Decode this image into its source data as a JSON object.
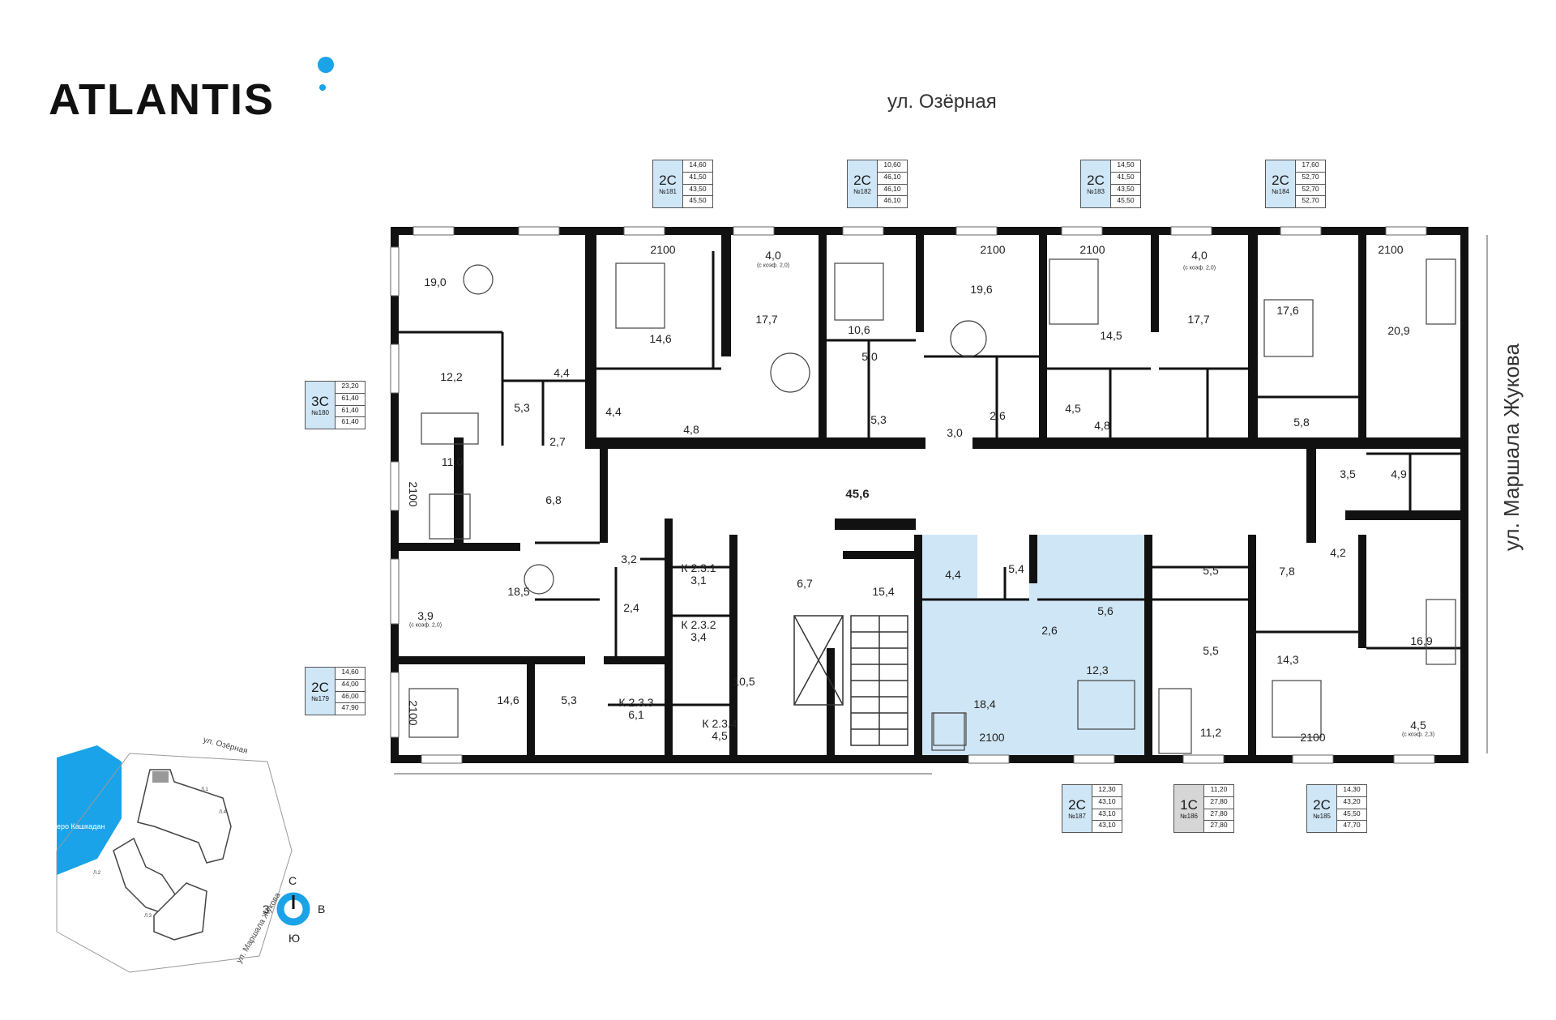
{
  "brand": {
    "name": "ATLANTIS",
    "accent": "#1aa3e8"
  },
  "streets": {
    "top": "ул. Озёрная",
    "right": "ул. Маршала Жукова"
  },
  "colors": {
    "wall": "#111111",
    "highlight": "#cfe6f6",
    "badge_blue": "#cfe6f6",
    "badge_gray": "#d6d6d6"
  },
  "corridor": "45,6",
  "rooms": [
    {
      "id": "r1",
      "label": "19,0"
    },
    {
      "id": "r2",
      "label": "12,2"
    },
    {
      "id": "r3",
      "label": "5,3"
    },
    {
      "id": "r4",
      "label": "4,4"
    },
    {
      "id": "r5",
      "label": "2,7"
    },
    {
      "id": "r6",
      "label": "11,0"
    },
    {
      "id": "r7",
      "label": "6,8"
    },
    {
      "id": "r8",
      "label": "2100"
    },
    {
      "id": "r9",
      "label": "14,6"
    },
    {
      "id": "r10",
      "label": "2100"
    },
    {
      "id": "r11",
      "label": "4,0"
    },
    {
      "id": "r12",
      "label": "17,7"
    },
    {
      "id": "r13",
      "label": "4,4"
    },
    {
      "id": "r14",
      "label": "4,8"
    },
    {
      "id": "r15",
      "label": "10,6"
    },
    {
      "id": "r16",
      "label": "5,0"
    },
    {
      "id": "r17",
      "label": "5,3"
    },
    {
      "id": "r18",
      "label": "2100"
    },
    {
      "id": "r19",
      "label": "19,6"
    },
    {
      "id": "r20",
      "label": "3,0"
    },
    {
      "id": "r21",
      "label": "2,6"
    },
    {
      "id": "r22",
      "label": "2100"
    },
    {
      "id": "r23",
      "label": "14,5"
    },
    {
      "id": "r24",
      "label": "4,0"
    },
    {
      "id": "r25",
      "label": "17,7"
    },
    {
      "id": "r26",
      "label": "4,5"
    },
    {
      "id": "r27",
      "label": "4,8"
    },
    {
      "id": "r28",
      "label": "17,6"
    },
    {
      "id": "r29",
      "label": "2100"
    },
    {
      "id": "r30",
      "label": "20,9"
    },
    {
      "id": "r31",
      "label": "5,8"
    },
    {
      "id": "r32",
      "label": "3,5"
    },
    {
      "id": "r33",
      "label": "4,9"
    },
    {
      "id": "r34",
      "label": "3,2"
    },
    {
      "id": "r35",
      "label": "18,5"
    },
    {
      "id": "r36",
      "label": "2,4"
    },
    {
      "id": "r37",
      "label": "3,9"
    },
    {
      "id": "r38",
      "label": "14,6"
    },
    {
      "id": "r39",
      "label": "5,3"
    },
    {
      "id": "r40",
      "label": "2100"
    },
    {
      "id": "r41",
      "label": "К 2.3.1"
    },
    {
      "id": "r42",
      "label": "3,1"
    },
    {
      "id": "r43",
      "label": "К 2.3.2"
    },
    {
      "id": "r44",
      "label": "3,4"
    },
    {
      "id": "r45",
      "label": "К 2.3.3"
    },
    {
      "id": "r46",
      "label": "6,1"
    },
    {
      "id": "r47",
      "label": "К 2.3.4"
    },
    {
      "id": "r48",
      "label": "4,5"
    },
    {
      "id": "r49",
      "label": "10,5"
    },
    {
      "id": "r50",
      "label": "6,7"
    },
    {
      "id": "r51",
      "label": "15,4"
    },
    {
      "id": "r52",
      "label": "4,4"
    },
    {
      "id": "r53",
      "label": "5,4"
    },
    {
      "id": "r54",
      "label": "2,6"
    },
    {
      "id": "r55",
      "label": "18,4"
    },
    {
      "id": "r56",
      "label": "2100"
    },
    {
      "id": "r57",
      "label": "12,3"
    },
    {
      "id": "r58",
      "label": "5,6"
    },
    {
      "id": "r59",
      "label": "5,5"
    },
    {
      "id": "r60",
      "label": "5,5"
    },
    {
      "id": "r61",
      "label": "11,2"
    },
    {
      "id": "r62",
      "label": "7,8"
    },
    {
      "id": "r63",
      "label": "4,2"
    },
    {
      "id": "r64",
      "label": "14,3"
    },
    {
      "id": "r65",
      "label": "2100"
    },
    {
      "id": "r66",
      "label": "16,9"
    },
    {
      "id": "r67",
      "label": "4,5"
    }
  ],
  "subs": [
    {
      "id": "s1",
      "label": "(с коэф. 2,0)"
    },
    {
      "id": "s2",
      "label": "(с коэф. 2,0)"
    },
    {
      "id": "s3",
      "label": "(с коэф. 2,0)"
    },
    {
      "id": "s4",
      "label": "(с коэф. 2,3)"
    }
  ],
  "apartments": [
    {
      "id": "a181",
      "type": "2С",
      "number": "№181",
      "values": [
        "14,60",
        "41,50",
        "43,50",
        "45,50"
      ],
      "style": "blue"
    },
    {
      "id": "a182",
      "type": "2С",
      "number": "№182",
      "values": [
        "10,60",
        "46,10",
        "46,10",
        "46,10"
      ],
      "style": "blue"
    },
    {
      "id": "a183",
      "type": "2С",
      "number": "№183",
      "values": [
        "14,50",
        "41,50",
        "43,50",
        "45,50"
      ],
      "style": "blue"
    },
    {
      "id": "a184",
      "type": "2С",
      "number": "№184",
      "values": [
        "17,60",
        "52,70",
        "52,70",
        "52,70"
      ],
      "style": "blue"
    },
    {
      "id": "a180",
      "type": "3С",
      "number": "№180",
      "values": [
        "23,20",
        "61,40",
        "61,40",
        "61,40"
      ],
      "style": "blue"
    },
    {
      "id": "a179",
      "type": "2С",
      "number": "№179",
      "values": [
        "14,60",
        "44,00",
        "46,00",
        "47,90"
      ],
      "style": "blue"
    },
    {
      "id": "a187",
      "type": "2С",
      "number": "№187",
      "values": [
        "12,30",
        "43,10",
        "43,10",
        "43,10"
      ],
      "style": "blue"
    },
    {
      "id": "a186",
      "type": "1С",
      "number": "№186",
      "values": [
        "11,20",
        "27,80",
        "27,80",
        "27,80"
      ],
      "style": "gray"
    },
    {
      "id": "a185",
      "type": "2С",
      "number": "№185",
      "values": [
        "14,30",
        "43,20",
        "45,50",
        "47,70"
      ],
      "style": "blue"
    }
  ],
  "site_plan": {
    "lake": "Озеро Кашкадан",
    "street1": "ул. Озёрная",
    "street2": "ул. Маршала Жукова",
    "labels": [
      "Л.1",
      "Л.2",
      "Л.3",
      "Л.4"
    ]
  },
  "compass": {
    "north": "С",
    "south": "Ю",
    "west": "З",
    "east": "В"
  }
}
